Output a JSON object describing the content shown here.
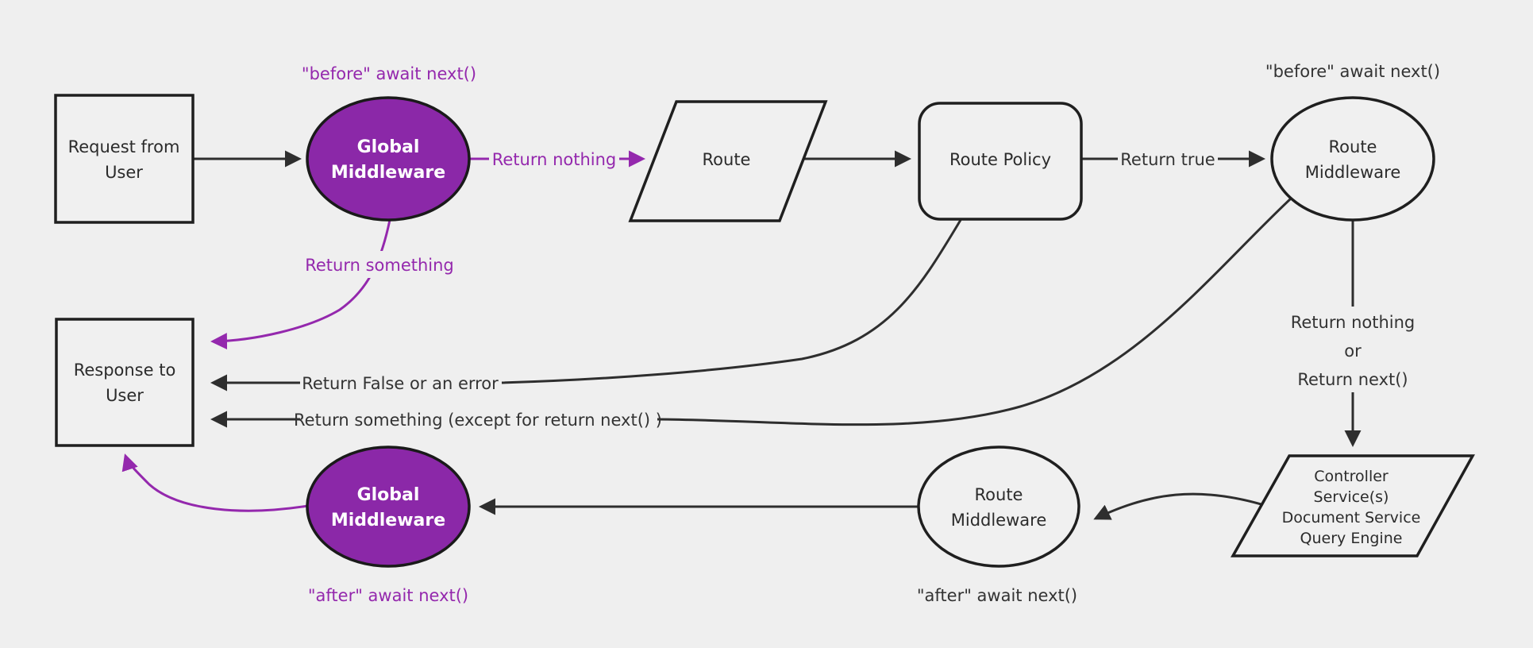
{
  "diagram_title": "Request lifecycle middleware flowchart",
  "colors": {
    "background": "#efefef",
    "node_fill": "#f0f0f0",
    "node_stroke": "#1f1f1f",
    "purple_fill": "#8b28a8",
    "purple_stroke": "#9428ad",
    "edge_dark": "#2e2e2e",
    "text_dark": "#333333",
    "text_white": "#ffffff"
  },
  "nodes": {
    "request": {
      "line1": "Request from",
      "line2": "User"
    },
    "global_middleware_top": {
      "line1": "Global",
      "line2": "Middleware"
    },
    "route": {
      "label": "Route"
    },
    "route_policy": {
      "label": "Route Policy"
    },
    "route_middleware_top": {
      "line1": "Route",
      "line2": "Middleware"
    },
    "controller": {
      "line1": "Controller",
      "line2": "Service(s)",
      "line3": "Document Service",
      "line4": "Query Engine"
    },
    "route_middleware_bottom": {
      "line1": "Route",
      "line2": "Middleware"
    },
    "global_middleware_bottom": {
      "line1": "Global",
      "line2": "Middleware"
    },
    "response": {
      "line1": "Response to",
      "line2": "User"
    }
  },
  "edge_labels": {
    "before_await_top": "\"before\" await next()",
    "return_nothing": "Return nothing",
    "return_true": "Return true",
    "before_await_right": "\"before\" await next()",
    "return_nothing_or_line1": "Return nothing",
    "return_nothing_or_line2": "or",
    "return_nothing_or_line3": "Return next()",
    "return_something": "Return something",
    "return_false": "Return False or an error",
    "return_something_except": "Return something (except for return next() )",
    "after_await_left": "\"after\" await next()",
    "after_await_right": "\"after\" await next()"
  }
}
